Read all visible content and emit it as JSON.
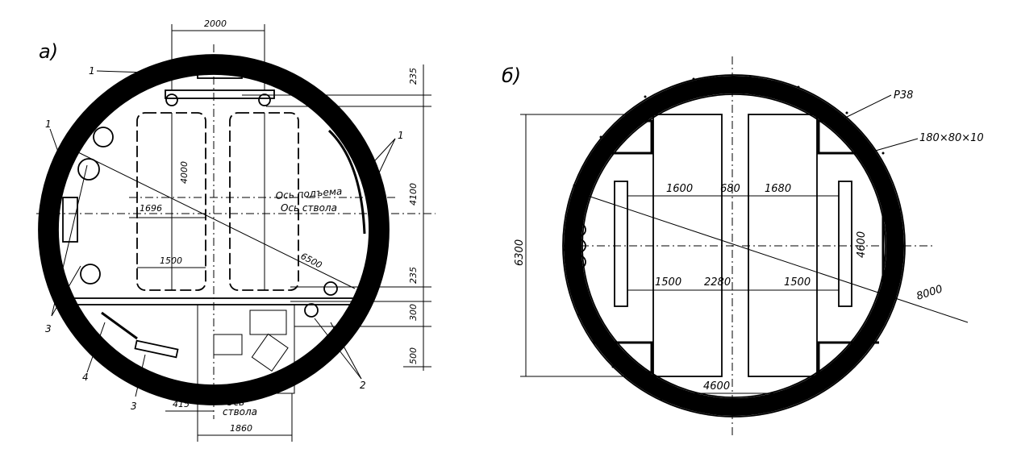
{
  "panel_a": {
    "title": "а)",
    "dims": {
      "top_width": "2000",
      "cage_height": "4000",
      "offset_left": "1696",
      "cage_width": "1500",
      "diameter": "6500",
      "vertical_right_1": "235",
      "vertical_right_2": "4100",
      "vertical_right_3": "235",
      "vertical_right_4": "300",
      "vertical_right_5": "500",
      "bottom_offset": "415",
      "bottom_width": "1860"
    },
    "axis_labels": {
      "lift_axis": "Ось подъема",
      "shaft_axis": "Ось ствола",
      "shaft_axis_bottom_1": "Ось",
      "shaft_axis_bottom_2": "ствола"
    },
    "callouts": {
      "c1_top": "1",
      "c1_right": "1",
      "c1_left": "1",
      "c2": "2",
      "c3_left": "3",
      "c3_bottom": "3",
      "c4": "4"
    }
  },
  "panel_b": {
    "title": "б)",
    "dims": {
      "height": "6300",
      "cage_w_left": "1600",
      "gap": "680",
      "cage_w_right": "1680",
      "side_h": "4600",
      "left_off": "1500",
      "middle": "2280",
      "right_off": "1500",
      "bottom_w": "4600",
      "diameter": "8000"
    },
    "labels": {
      "rail": "Р38",
      "channel": "180×80×10"
    }
  }
}
